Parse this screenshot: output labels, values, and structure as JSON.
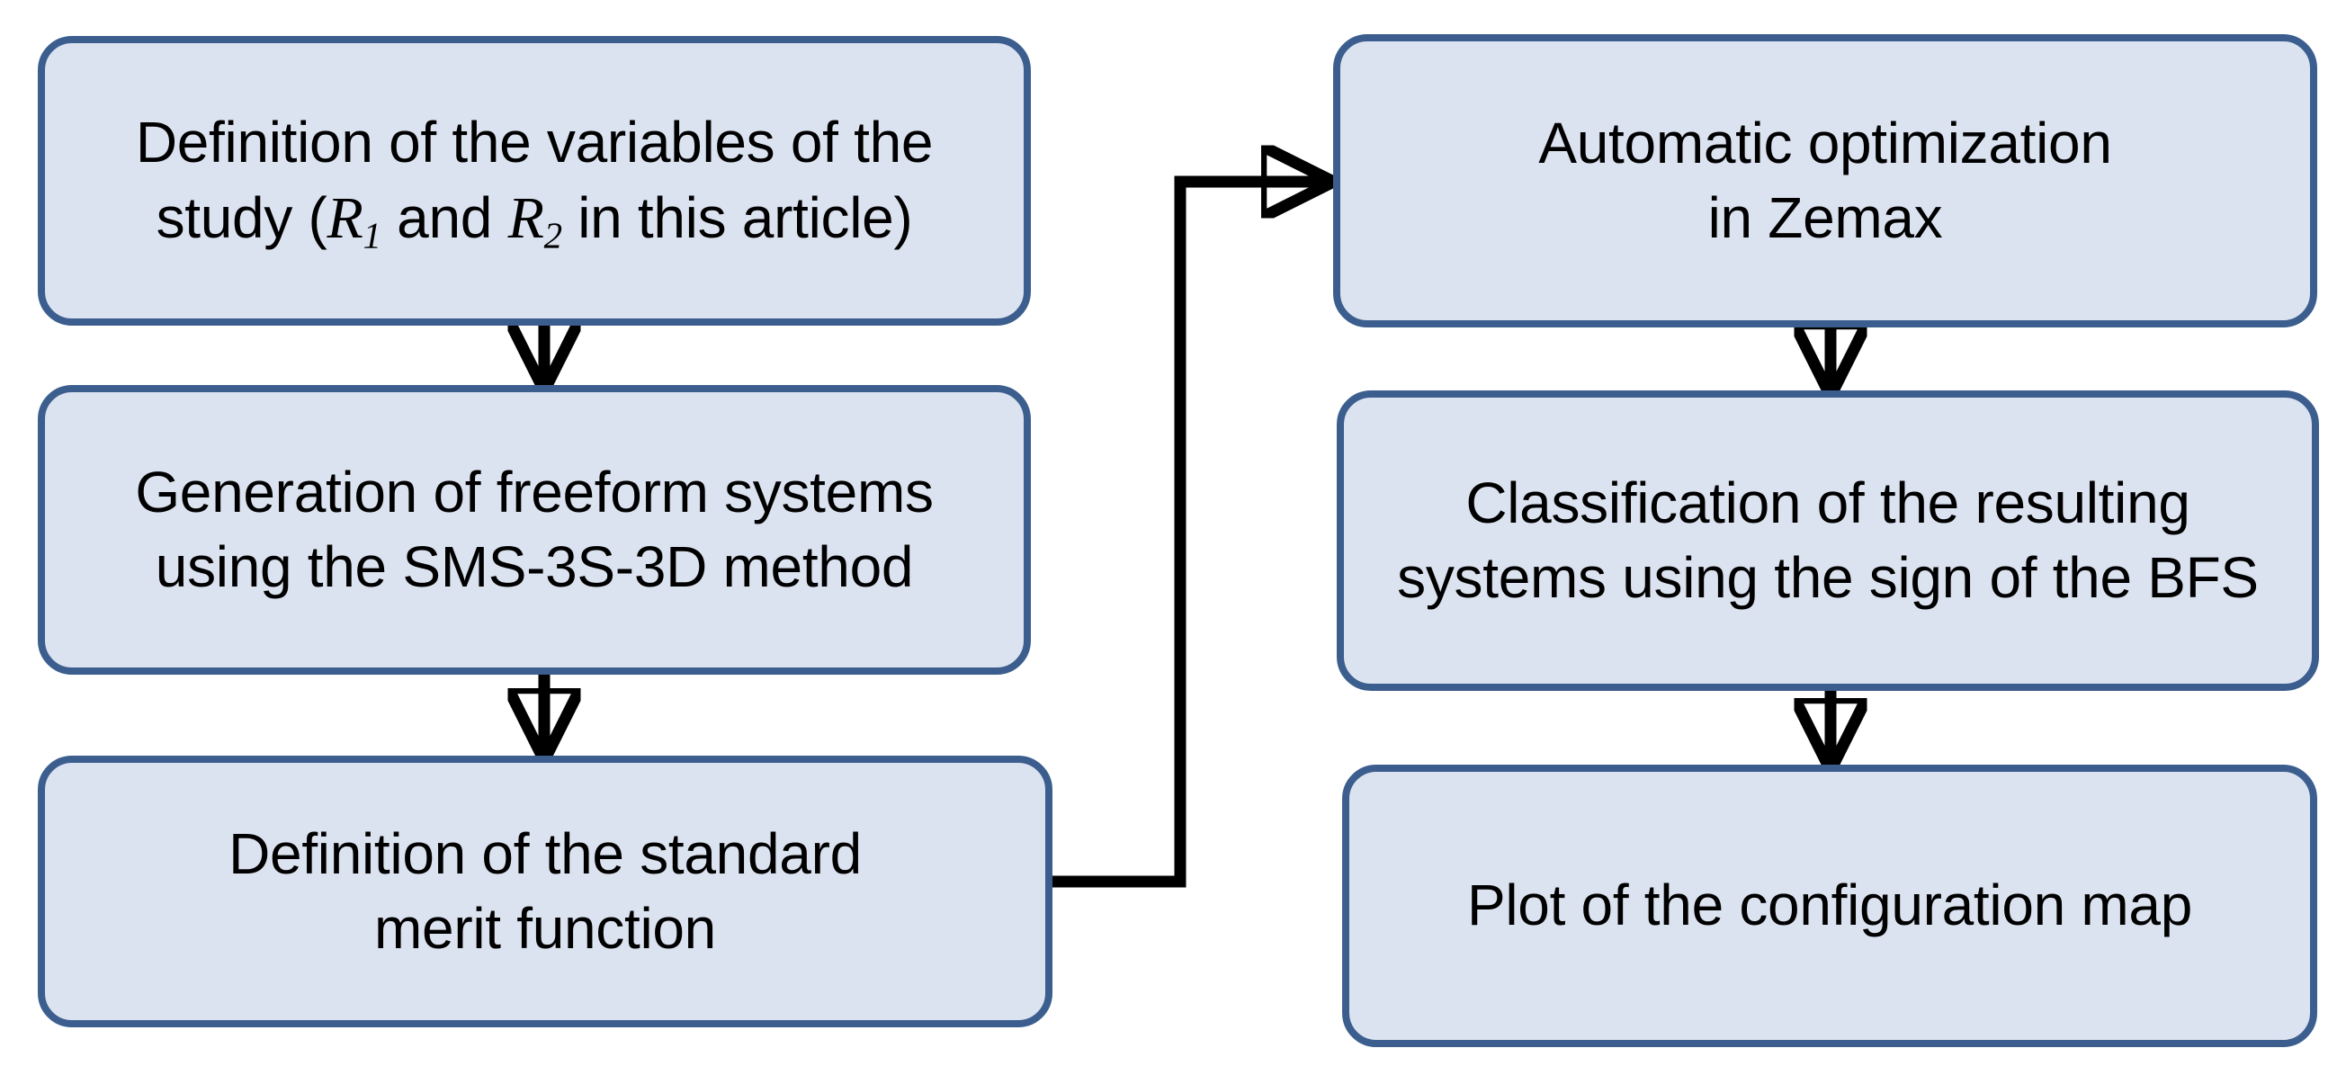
{
  "diagram": {
    "type": "flowchart",
    "title": "",
    "orientation": "two-column",
    "style": {
      "node_fill": "#dce3f0",
      "node_border": "#3c5e8e",
      "edge_color": "#000000",
      "text_color": "#000000",
      "background": "#ffffff"
    },
    "nodes": [
      {
        "id": "variables",
        "column": "left",
        "order": 1,
        "text": "Definition of the variables of the\nstudy (R1 and R2 in this article)",
        "line1": "Definition of the variables of the",
        "line2_before": "study (",
        "var1": "R",
        "var1_sub": "1",
        "line2_middle": " and ",
        "var2": "R",
        "var2_sub": "2",
        "line2_after": " in this article)"
      },
      {
        "id": "generation",
        "column": "left",
        "order": 2,
        "text": "Generation of freeform systems\nusing the SMS-3S-3D method"
      },
      {
        "id": "merit",
        "column": "left",
        "order": 3,
        "text": "Definition of the standard\nmerit function"
      },
      {
        "id": "optimization",
        "column": "right",
        "order": 4,
        "text": "Automatic optimization\nin Zemax"
      },
      {
        "id": "classify",
        "column": "right",
        "order": 5,
        "text": "Classification of the resulting\nsystems using the sign of the BFS"
      },
      {
        "id": "plot",
        "column": "right",
        "order": 6,
        "text": "Plot of the configuration map"
      }
    ],
    "edges": [
      {
        "id": "e1",
        "from": "variables",
        "to": "generation",
        "kind": "straight-down",
        "arrow": true
      },
      {
        "id": "e2",
        "from": "generation",
        "to": "merit",
        "kind": "straight-down",
        "arrow": true
      },
      {
        "id": "e3",
        "from": "merit",
        "to": "optimization",
        "kind": "elbow-right-up",
        "arrow": true
      },
      {
        "id": "e4",
        "from": "optimization",
        "to": "classify",
        "kind": "straight-down",
        "arrow": true
      },
      {
        "id": "e5",
        "from": "classify",
        "to": "plot",
        "kind": "straight-down",
        "arrow": true
      }
    ]
  }
}
